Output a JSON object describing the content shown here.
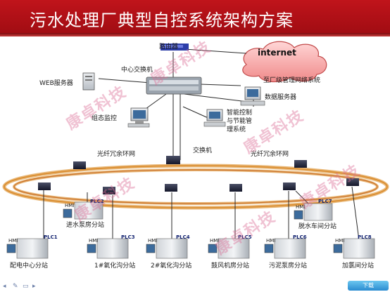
{
  "title": "污水处理厂典型自控系统架构方案",
  "cloud_label": "internet",
  "labels": {
    "router": "路由器",
    "center_switch": "中心交换机",
    "web_server": "WEB服务器",
    "plant_network": "至厂级管理网络系统",
    "data_server": "数据服务器",
    "config_monitor": "组态监控",
    "smart_control": [
      "智能控制",
      "与节能管",
      "理系统"
    ],
    "switch": "交换机",
    "ring_left": "光纤冗余环网",
    "ring_right": "光纤冗余环网"
  },
  "stations": {
    "pump_station": "进水泵房分站",
    "distribution": "配电中心分站",
    "oxidation1": "1#氧化沟分站",
    "oxidation2": "2#氧化沟分站",
    "blower": "鼓风机房分站",
    "sludge_pump": "污泥泵房分站",
    "dewatering": "脱水车间分站",
    "chlorine": "加氯间分站"
  },
  "plc_tags": {
    "plc1": "PLC1",
    "plc2": "PLC2",
    "plc3": "PLC3",
    "plc4": "PLC4",
    "plc5": "PLC5",
    "plc6": "PLC6",
    "plc7": "PLC7",
    "plc8": "PLC8",
    "hmi": "HMI"
  },
  "watermark": "康卓科技",
  "toolbar": {
    "prev": "◂",
    "pen": "✎",
    "menu": "▭",
    "next": "▸"
  },
  "corner_badge": "下载",
  "colors": {
    "title_bg": "#b3121a",
    "ring": "#d98a2b",
    "wire": "#2a2a2a",
    "plc_tag": "#0f1f6e"
  }
}
